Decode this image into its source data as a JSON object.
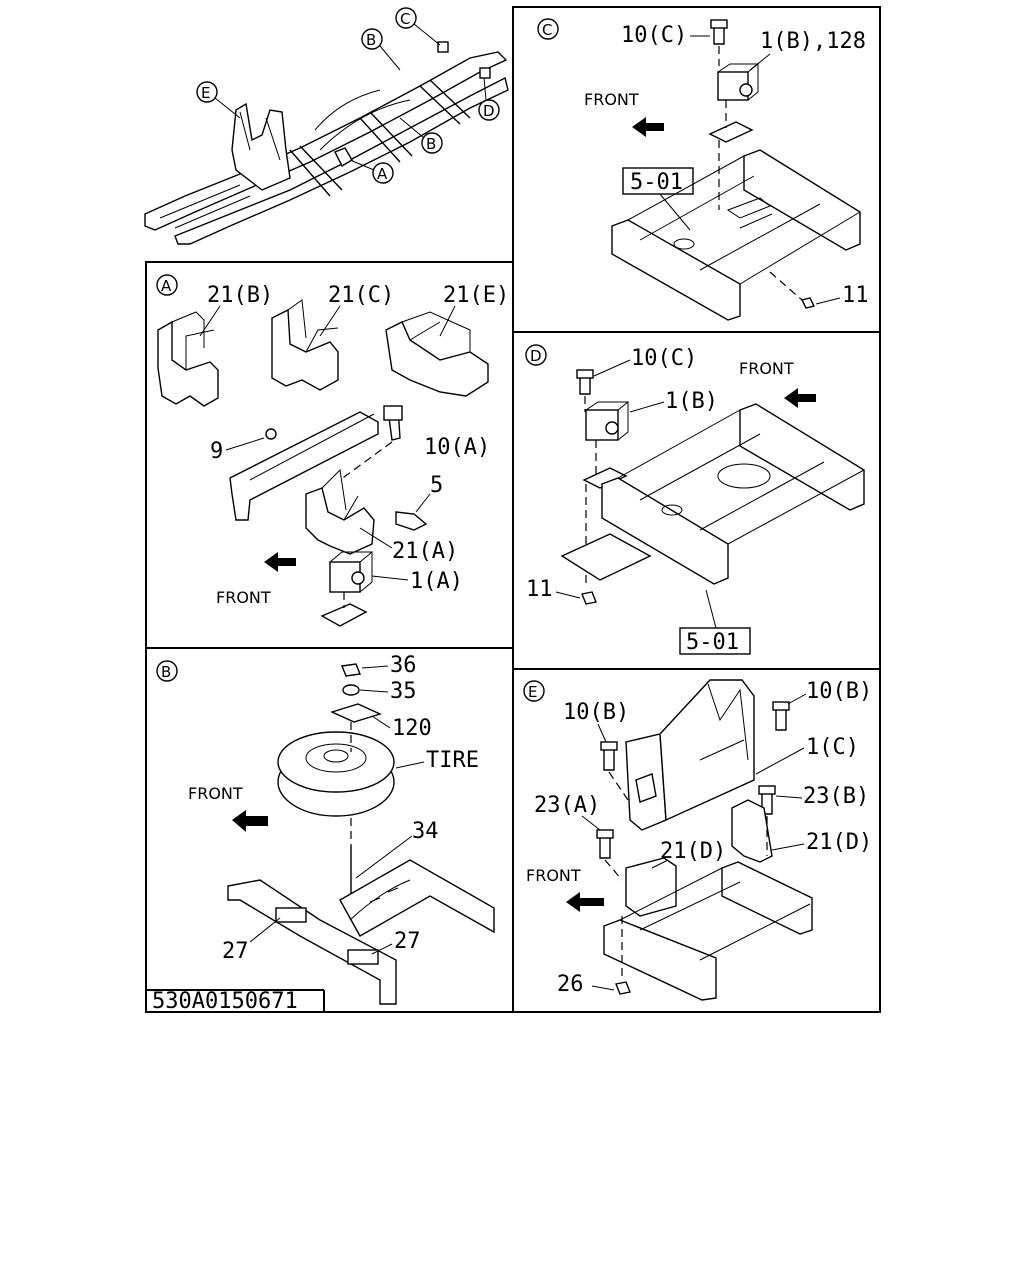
{
  "diagram_code": "530A0150671",
  "overview": {
    "callouts": {
      "a": "A",
      "b1": "B",
      "b2": "B",
      "c": "C",
      "d": "D",
      "e": "E"
    }
  },
  "panel_a": {
    "id": "A",
    "labels": {
      "p21b": "21(B)",
      "p21c": "21(C)",
      "p21e": "21(E)",
      "p9": "9",
      "p10a": "10(A)",
      "p5": "5",
      "p21a": "21(A)",
      "p1a": "1(A)"
    },
    "front": "FRONT"
  },
  "panel_b": {
    "id": "B",
    "labels": {
      "p36": "36",
      "p35": "35",
      "p120": "120",
      "tire": "TIRE",
      "p34": "34",
      "p27a": "27",
      "p27b": "27"
    },
    "front": "FRONT"
  },
  "panel_c": {
    "id": "C",
    "labels": {
      "p10c": "10(C)",
      "p1b128": "1(B),128",
      "box": "5-01",
      "p11": "11"
    },
    "front": "FRONT"
  },
  "panel_d": {
    "id": "D",
    "labels": {
      "p10c": "10(C)",
      "p1b": "1(B)",
      "p11": "11",
      "box": "5-01"
    },
    "front": "FRONT"
  },
  "panel_e": {
    "id": "E",
    "labels": {
      "p10b_r": "10(B)",
      "p10b_l": "10(B)",
      "p1c": "1(C)",
      "p23b": "23(B)",
      "p23a": "23(A)",
      "p21d_r": "21(D)",
      "p21d_l": "21(D)",
      "p26": "26"
    },
    "front": "FRONT"
  }
}
